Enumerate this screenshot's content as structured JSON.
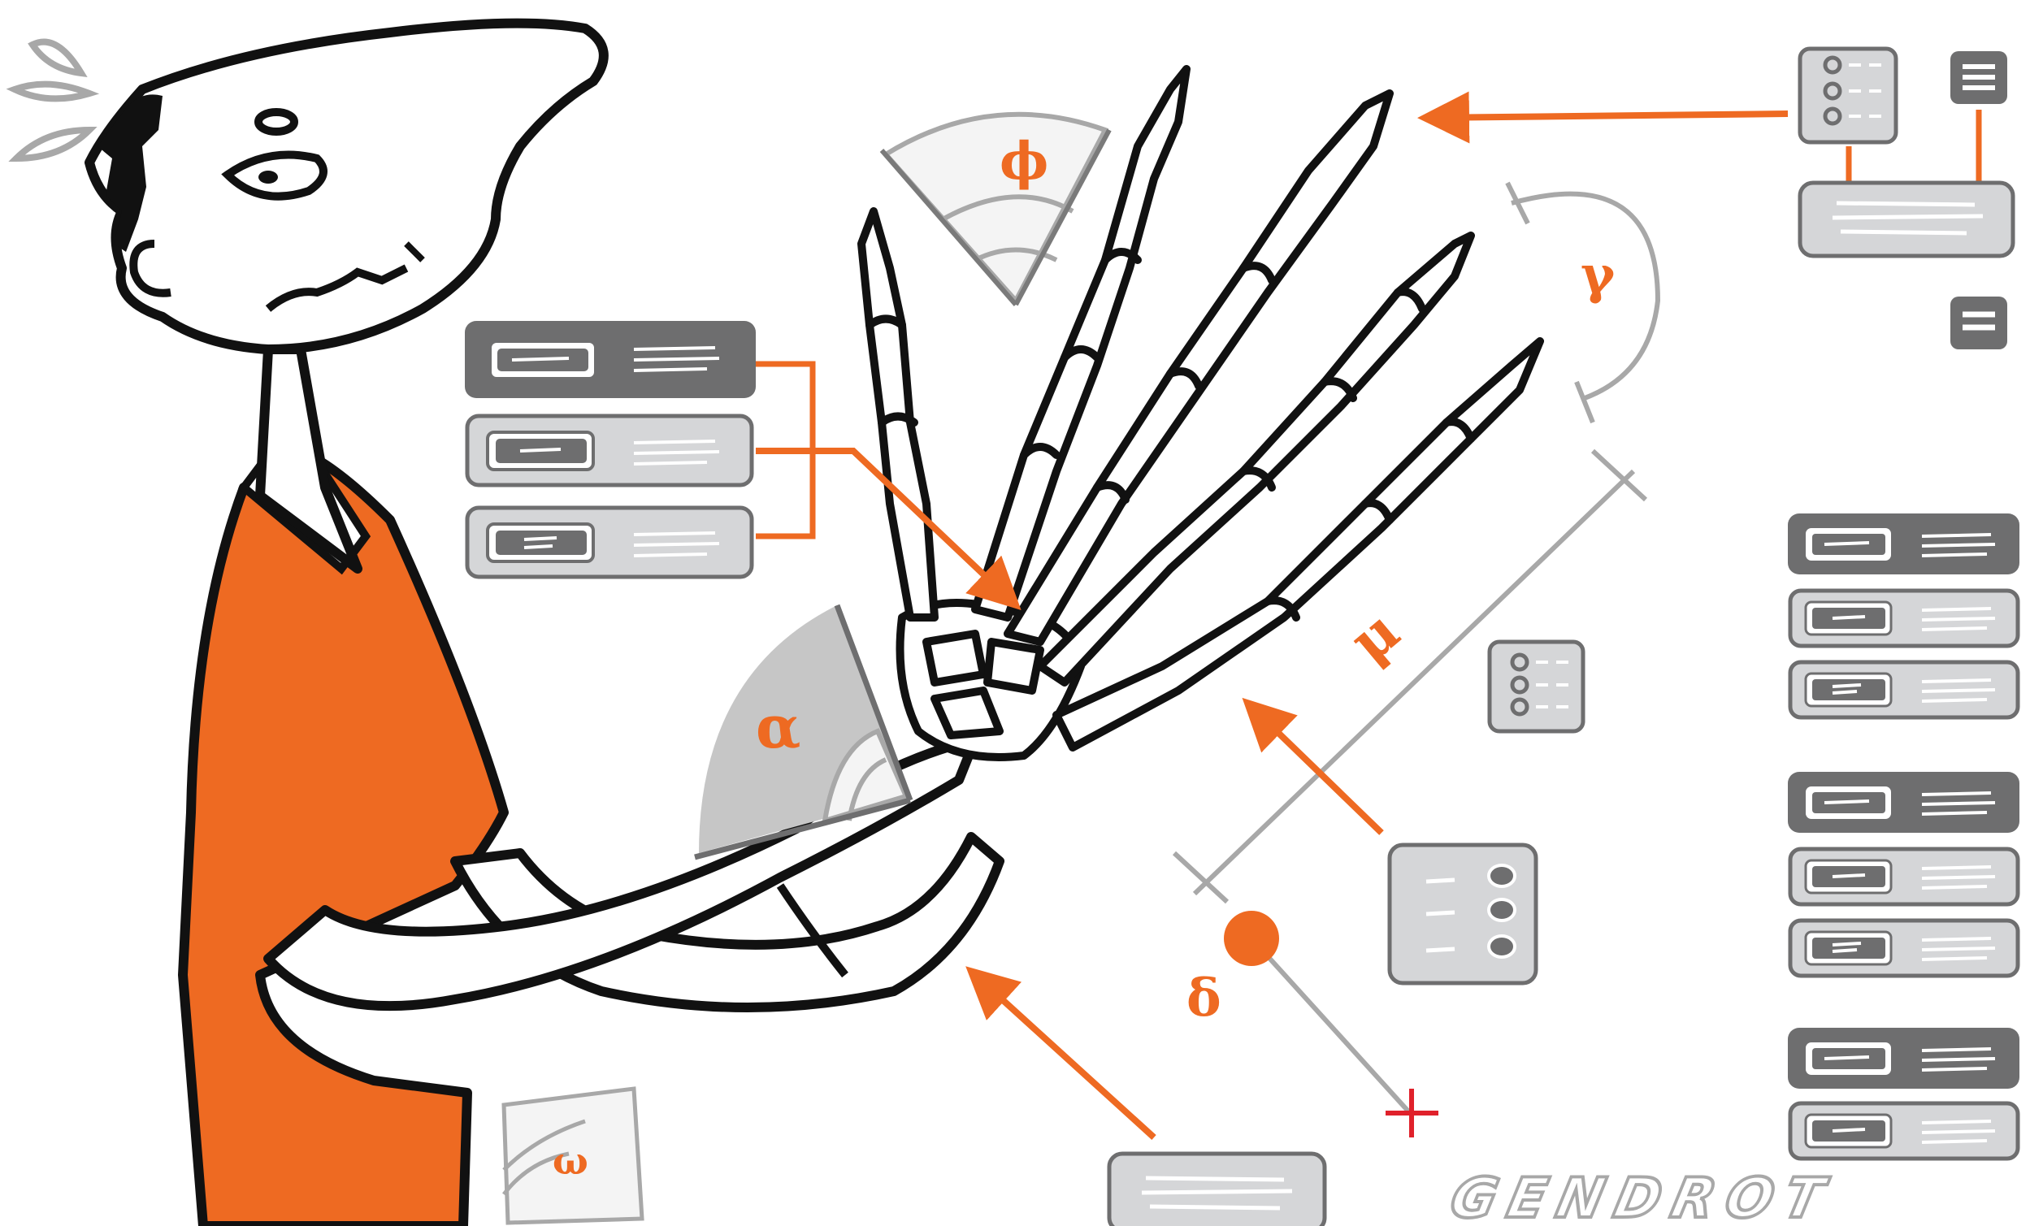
{
  "illustration": {
    "symbols": {
      "phi": "ϕ",
      "gamma": "γ",
      "mu": "μ",
      "alpha": "α",
      "delta": "δ",
      "omega": "ω"
    },
    "signature": "GENDROT"
  },
  "colors": {
    "accent": "#ee6a22",
    "outline": "#111111",
    "panel_dark": "#6e6e6f",
    "panel_light": "#d5d6d8",
    "guide_gray": "#a8a8a8",
    "marker_red": "#e0212b"
  },
  "icons": [
    "sweat-drops-icon",
    "list-panel-icon",
    "hamburger-menu-icon",
    "protractor-icon",
    "crosshair-icon",
    "arrow-icon"
  ]
}
